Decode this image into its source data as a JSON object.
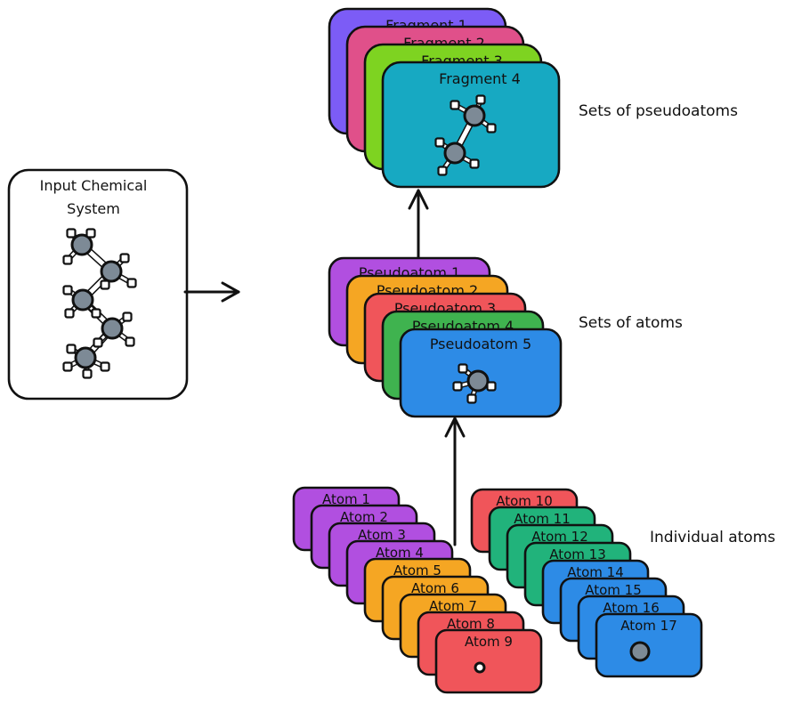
{
  "input": {
    "title_line1": "Input Chemical",
    "title_line2": "System"
  },
  "fragments": [
    {
      "label": "Fragment 1",
      "color": "#7c5cf6"
    },
    {
      "label": "Fragment 2",
      "color": "#e0508a"
    },
    {
      "label": "Fragment 3",
      "color": "#7ed321"
    },
    {
      "label": "Fragment 4",
      "color": "#17a9c2"
    }
  ],
  "pseudoatoms": [
    {
      "label": "Pseudoatom 1",
      "color": "#b14fe0"
    },
    {
      "label": "Pseudoatom 2",
      "color": "#f5a623"
    },
    {
      "label": "Pseudoatom 3",
      "color": "#f0555a"
    },
    {
      "label": "Pseudoatom 4",
      "color": "#3fb34f"
    },
    {
      "label": "Pseudoatom 5",
      "color": "#2d8be6"
    }
  ],
  "atoms_left": [
    {
      "label": "Atom 1",
      "color": "#b14fe0"
    },
    {
      "label": "Atom 2",
      "color": "#b14fe0"
    },
    {
      "label": "Atom 3",
      "color": "#b14fe0"
    },
    {
      "label": "Atom 4",
      "color": "#b14fe0"
    },
    {
      "label": "Atom 5",
      "color": "#f5a623"
    },
    {
      "label": "Atom 6",
      "color": "#f5a623"
    },
    {
      "label": "Atom 7",
      "color": "#f5a623"
    },
    {
      "label": "Atom 8",
      "color": "#f0555a"
    },
    {
      "label": "Atom 9",
      "color": "#f0555a"
    }
  ],
  "atoms_right": [
    {
      "label": "Atom 10",
      "color": "#f0555a"
    },
    {
      "label": "Atom 11",
      "color": "#21b37b"
    },
    {
      "label": "Atom 12",
      "color": "#21b37b"
    },
    {
      "label": "Atom 13",
      "color": "#21b37b"
    },
    {
      "label": "Atom 14",
      "color": "#2d8be6"
    },
    {
      "label": "Atom 15",
      "color": "#2d8be6"
    },
    {
      "label": "Atom 16",
      "color": "#2d8be6"
    },
    {
      "label": "Atom 17",
      "color": "#2d8be6"
    }
  ],
  "annotations": {
    "fragments": "Sets of pseudoatoms",
    "pseudoatoms": "Sets of atoms",
    "atoms": "Individual atoms"
  }
}
